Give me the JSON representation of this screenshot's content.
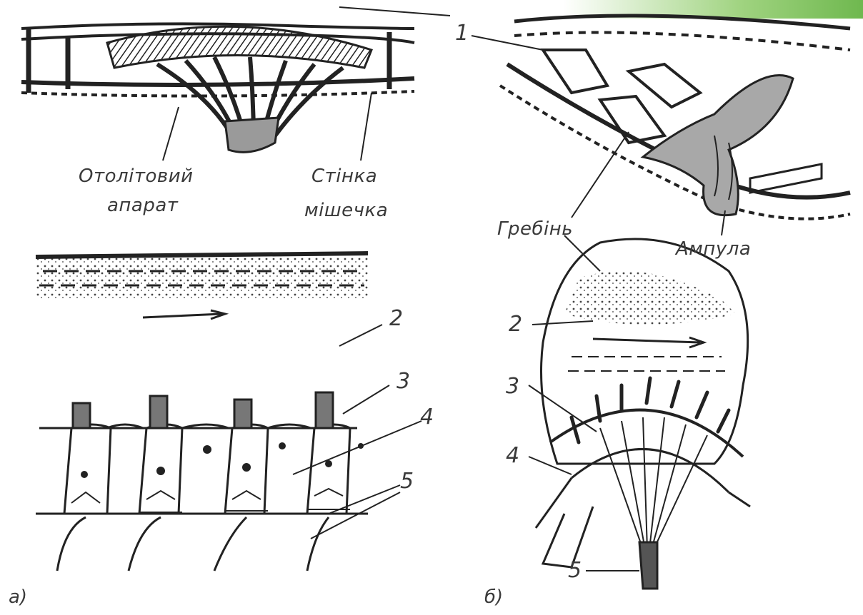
{
  "labels": {
    "otolith_apparatus": [
      "Отолітовий",
      "апарат"
    ],
    "sac_wall": [
      "Стінка",
      "мішечка"
    ],
    "crest": "Гребінь",
    "ampulla": "Ампула",
    "panel_a": "а)",
    "panel_b": "б)",
    "n1": "1",
    "a2": "2",
    "a3": "3",
    "a4": "4",
    "a5": "5",
    "b2": "2",
    "b3": "3",
    "b4": "4",
    "b5": "5"
  },
  "colors": {
    "ink": "#2b2b2b",
    "label": "#3a3a3a",
    "accent": "#7cc35a"
  }
}
